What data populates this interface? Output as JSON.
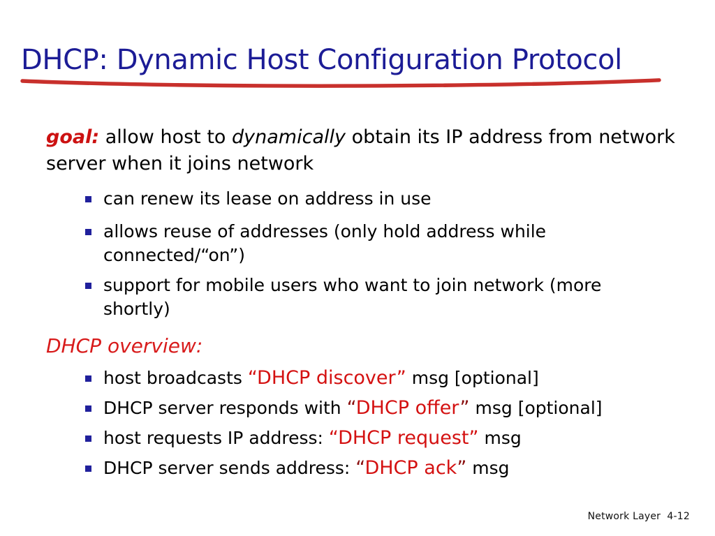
{
  "slide": {
    "title": "DHCP: Dynamic Host Configuration Protocol",
    "title_color": "#1c1c96",
    "underline_color": "#c8302c",
    "background": "#ffffff",
    "accent_red": "#cc1111",
    "bullet_square_color": "#20209c"
  },
  "goal": {
    "label": "goal:",
    "text_before_emphasis": " allow host to ",
    "emphasis": "dynamically",
    "text_after_emphasis": " obtain its IP address from network",
    "continuation": "server when it joins network"
  },
  "goal_bullets": [
    {
      "line1": "can renew its lease on address in use",
      "line2": ""
    },
    {
      "line1": "allows reuse of addresses (only hold address while",
      "line2": "connected/“on”)"
    },
    {
      "line1": "support for mobile users who want to join network (more",
      "line2": "shortly)"
    }
  ],
  "overview": {
    "heading": "DHCP overview:",
    "items": [
      {
        "prefix": "host broadcasts ",
        "open_quote": "“",
        "highlight": "DHCP discover",
        "close_quote": "”",
        "suffix": " msg [optional]",
        "quote_style": "red"
      },
      {
        "prefix": "DHCP server responds with ",
        "open_quote": "“",
        "highlight": "DHCP offer",
        "close_quote": "”",
        "suffix": " msg [optional]",
        "quote_style": "dark"
      },
      {
        "prefix": "host requests IP address: ",
        "open_quote": "“",
        "highlight": "DHCP request",
        "close_quote": "”",
        "suffix": " msg",
        "quote_style": "red"
      },
      {
        "prefix": "DHCP server sends address: ",
        "open_quote": "“",
        "highlight": "DHCP ack",
        "close_quote": "”",
        "suffix": " msg",
        "quote_style": "dark"
      }
    ]
  },
  "footer": {
    "text": "Network Layer  4-12"
  }
}
